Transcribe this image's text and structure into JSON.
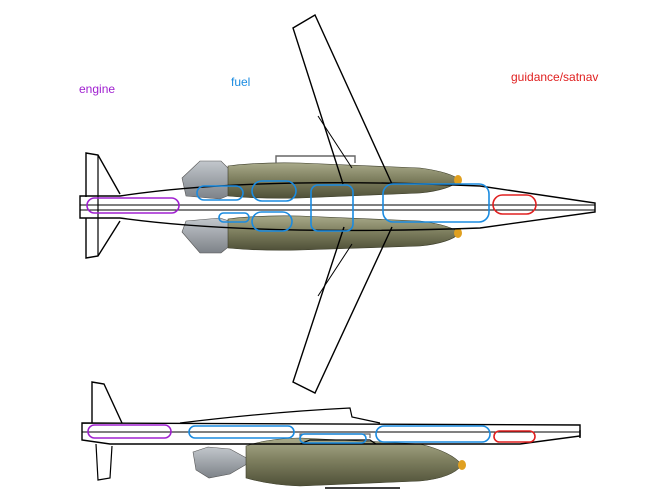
{
  "labels": {
    "engine": "engine",
    "fuel": "fuel",
    "guidance": "guidance/satnav"
  },
  "colors": {
    "engine": "#a020d0",
    "fuel": "#1a8be0",
    "guidance": "#e02020",
    "outline": "#000000",
    "bomb_body": "#7f8060",
    "bomb_fins": "#9aa0a6",
    "bomb_tip": "#e0a020"
  }
}
